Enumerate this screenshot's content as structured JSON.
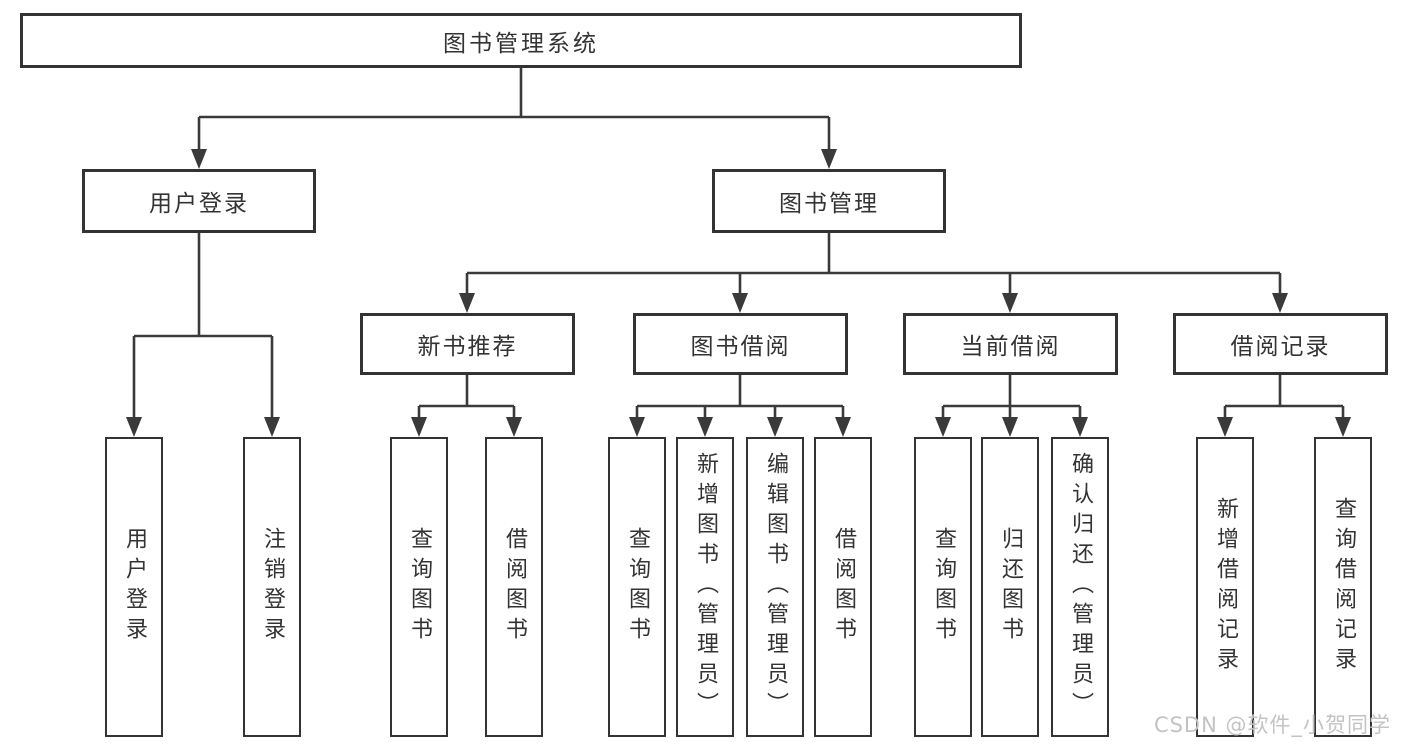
{
  "diagram": {
    "root": {
      "label": "图书管理系统"
    },
    "user_login": {
      "label": "用户登录",
      "children": {
        "login": {
          "label": "用户登录"
        },
        "logout": {
          "label": "注销登录"
        }
      }
    },
    "book_mgmt": {
      "label": "图书管理",
      "children": {
        "new_book": {
          "label": "新书推荐",
          "children": {
            "query_book": {
              "label": "查询图书"
            },
            "borrow_book": {
              "label": "借阅图书"
            }
          }
        },
        "book_borrow": {
          "label": "图书借阅",
          "children": {
            "query_book": {
              "label": "查询图书"
            },
            "add_book": {
              "label": "新增图书（管理员）"
            },
            "edit_book": {
              "label": "编辑图书（管理员）"
            },
            "borrow_book": {
              "label": "借阅图书"
            }
          }
        },
        "current_borrow": {
          "label": "当前借阅",
          "children": {
            "query_book": {
              "label": "查询图书"
            },
            "return_book": {
              "label": "归还图书"
            },
            "confirm_return": {
              "label": "确认归还（管理员）"
            }
          }
        },
        "borrow_record": {
          "label": "借阅记录",
          "children": {
            "add_record": {
              "label": "新增借阅记录"
            },
            "query_record": {
              "label": "查询借阅记录"
            }
          }
        }
      }
    }
  },
  "watermark": {
    "text": "CSDN @软件_小贺同学"
  },
  "colors": {
    "line": "#3a3a3a",
    "box_border": "#333333",
    "text": "#333333",
    "watermark": "#c3c3c3",
    "background": "#ffffff"
  }
}
